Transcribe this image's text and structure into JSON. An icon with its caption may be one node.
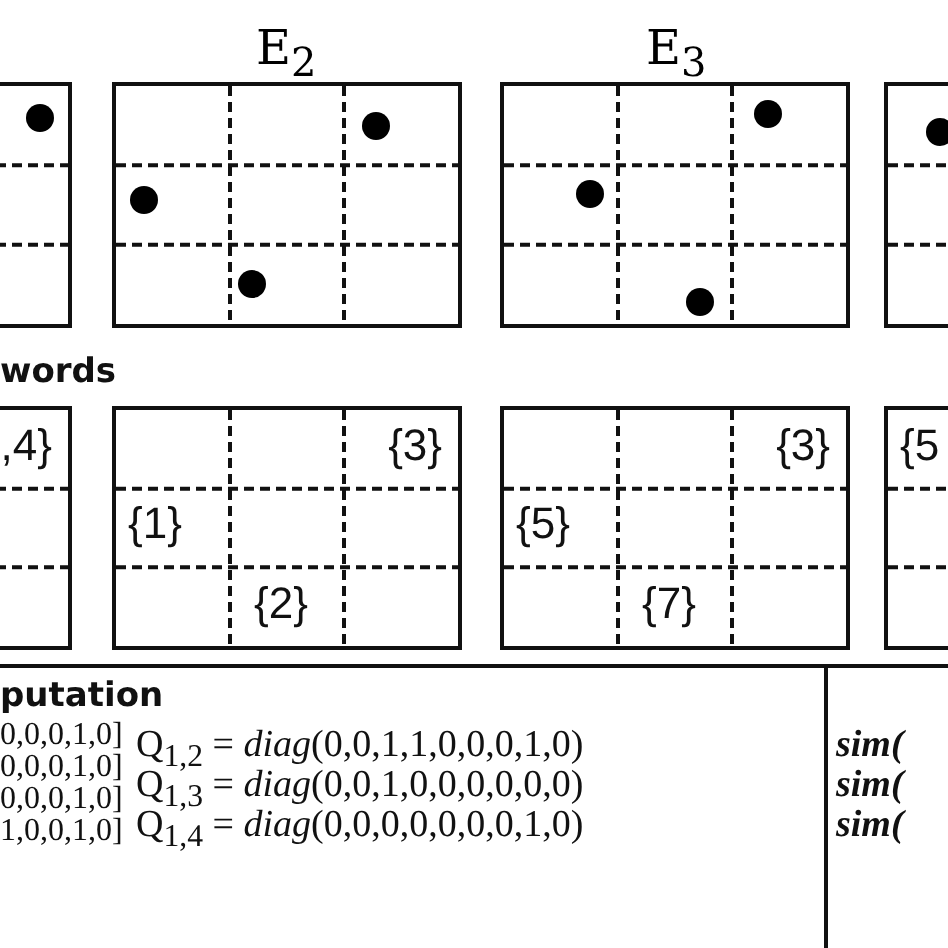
{
  "diagram": {
    "nodes": [
      {
        "text": [],
        "shape": "box"
      },
      {
        "text": [],
        "shape": "box",
        "beside": [
          "E$_{2}$"
        ]
      },
      {
        "text": [],
        "shape": "box",
        "beside": [
          "E$_{3}$"
        ]
      },
      {
        "text": [],
        "shape": "box"
      },
      {
        "text": [
          ",4}"
        ]
      },
      {
        "text": [
          "{3}",
          "{1}",
          "{2}"
        ]
      },
      {
        "text": [
          "{3}",
          "{5}",
          "{7}"
        ]
      },
      {
        "text": [
          "{5"
        ]
      }
    ],
    "labels": [
      "words",
      "putation",
      "0,0,0,1,0]",
      "0,0,0,1,0]",
      "0,0,0,1,0]",
      "1,0,0,1,0]",
      "Q$_{1,2}$ = *diag*(0,0,1,1,0,0,0,1,0)",
      "Q$_{1,3}$ = *diag*(0,0,1,0,0,0,0,0,0)",
      "Q$_{1,4}$ = *diag*(0,0,0,0,0,0,0,1,0)",
      "sim(",
      "sim(",
      "sim("
    ]
  }
}
